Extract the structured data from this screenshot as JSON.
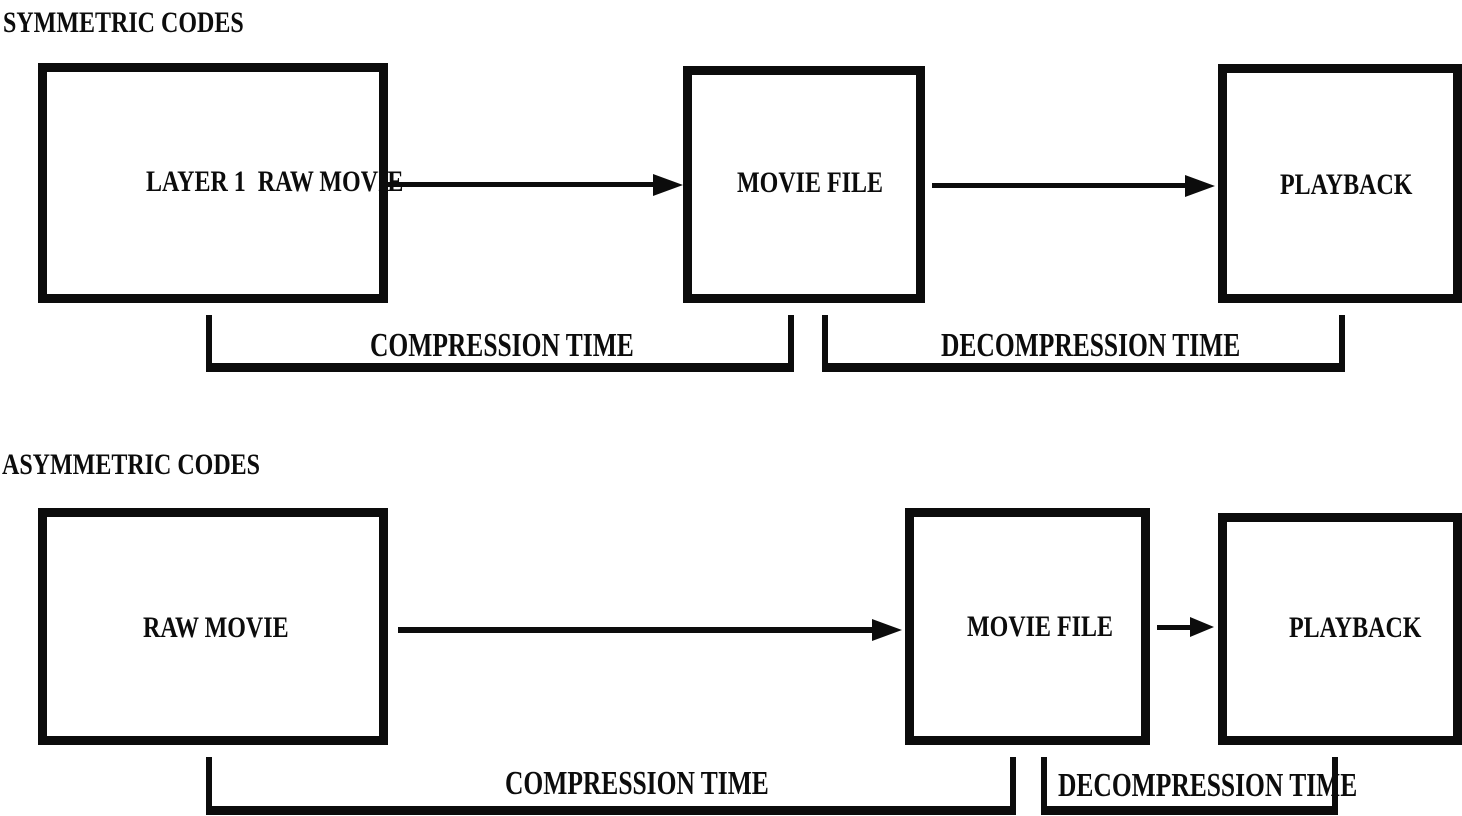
{
  "colors": {
    "ink": "#0c0c0c",
    "background": "#ffffff"
  },
  "sections": [
    {
      "title": "SYMMETRIC CODES",
      "boxes": [
        {
          "label": "LAYER 1  RAW MOVIE"
        },
        {
          "label": "MOVIE FILE"
        },
        {
          "label": "PLAYBACK"
        }
      ],
      "arrows": [
        {
          "from": "LAYER 1  RAW MOVIE",
          "to": "MOVIE FILE"
        },
        {
          "from": "MOVIE FILE",
          "to": "PLAYBACK"
        }
      ],
      "brackets": [
        {
          "label": "COMPRESSION TIME"
        },
        {
          "label": "DECOMPRESSION TIME"
        }
      ]
    },
    {
      "title": "ASYMMETRIC CODES",
      "boxes": [
        {
          "label": "RAW MOVIE"
        },
        {
          "label": "MOVIE FILE"
        },
        {
          "label": "PLAYBACK"
        }
      ],
      "arrows": [
        {
          "from": "RAW MOVIE",
          "to": "MOVIE FILE"
        },
        {
          "from": "MOVIE FILE",
          "to": "PLAYBACK"
        }
      ],
      "brackets": [
        {
          "label": "COMPRESSION TIME"
        },
        {
          "label": "DECOMPRESSION TIME"
        }
      ]
    }
  ]
}
